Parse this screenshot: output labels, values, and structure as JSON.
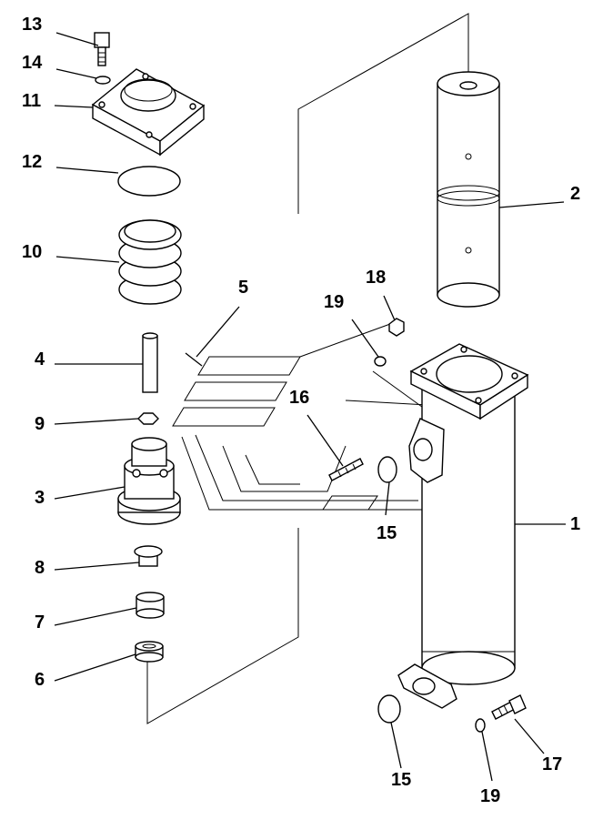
{
  "diagram": {
    "callouts": [
      {
        "id": "c13",
        "text": "13"
      },
      {
        "id": "c14",
        "text": "14"
      },
      {
        "id": "c11",
        "text": "11"
      },
      {
        "id": "c12",
        "text": "12"
      },
      {
        "id": "c10",
        "text": "10"
      },
      {
        "id": "c5",
        "text": "5"
      },
      {
        "id": "c4",
        "text": "4"
      },
      {
        "id": "c9",
        "text": "9"
      },
      {
        "id": "c3",
        "text": "3"
      },
      {
        "id": "c8",
        "text": "8"
      },
      {
        "id": "c7",
        "text": "7"
      },
      {
        "id": "c6",
        "text": "6"
      },
      {
        "id": "c2",
        "text": "2"
      },
      {
        "id": "c18",
        "text": "18"
      },
      {
        "id": "c19a",
        "text": "19"
      },
      {
        "id": "c16",
        "text": "16"
      },
      {
        "id": "c15a",
        "text": "15"
      },
      {
        "id": "c1",
        "text": "1"
      },
      {
        "id": "c15b",
        "text": "15"
      },
      {
        "id": "c17",
        "text": "17"
      },
      {
        "id": "c19b",
        "text": "19"
      }
    ]
  }
}
